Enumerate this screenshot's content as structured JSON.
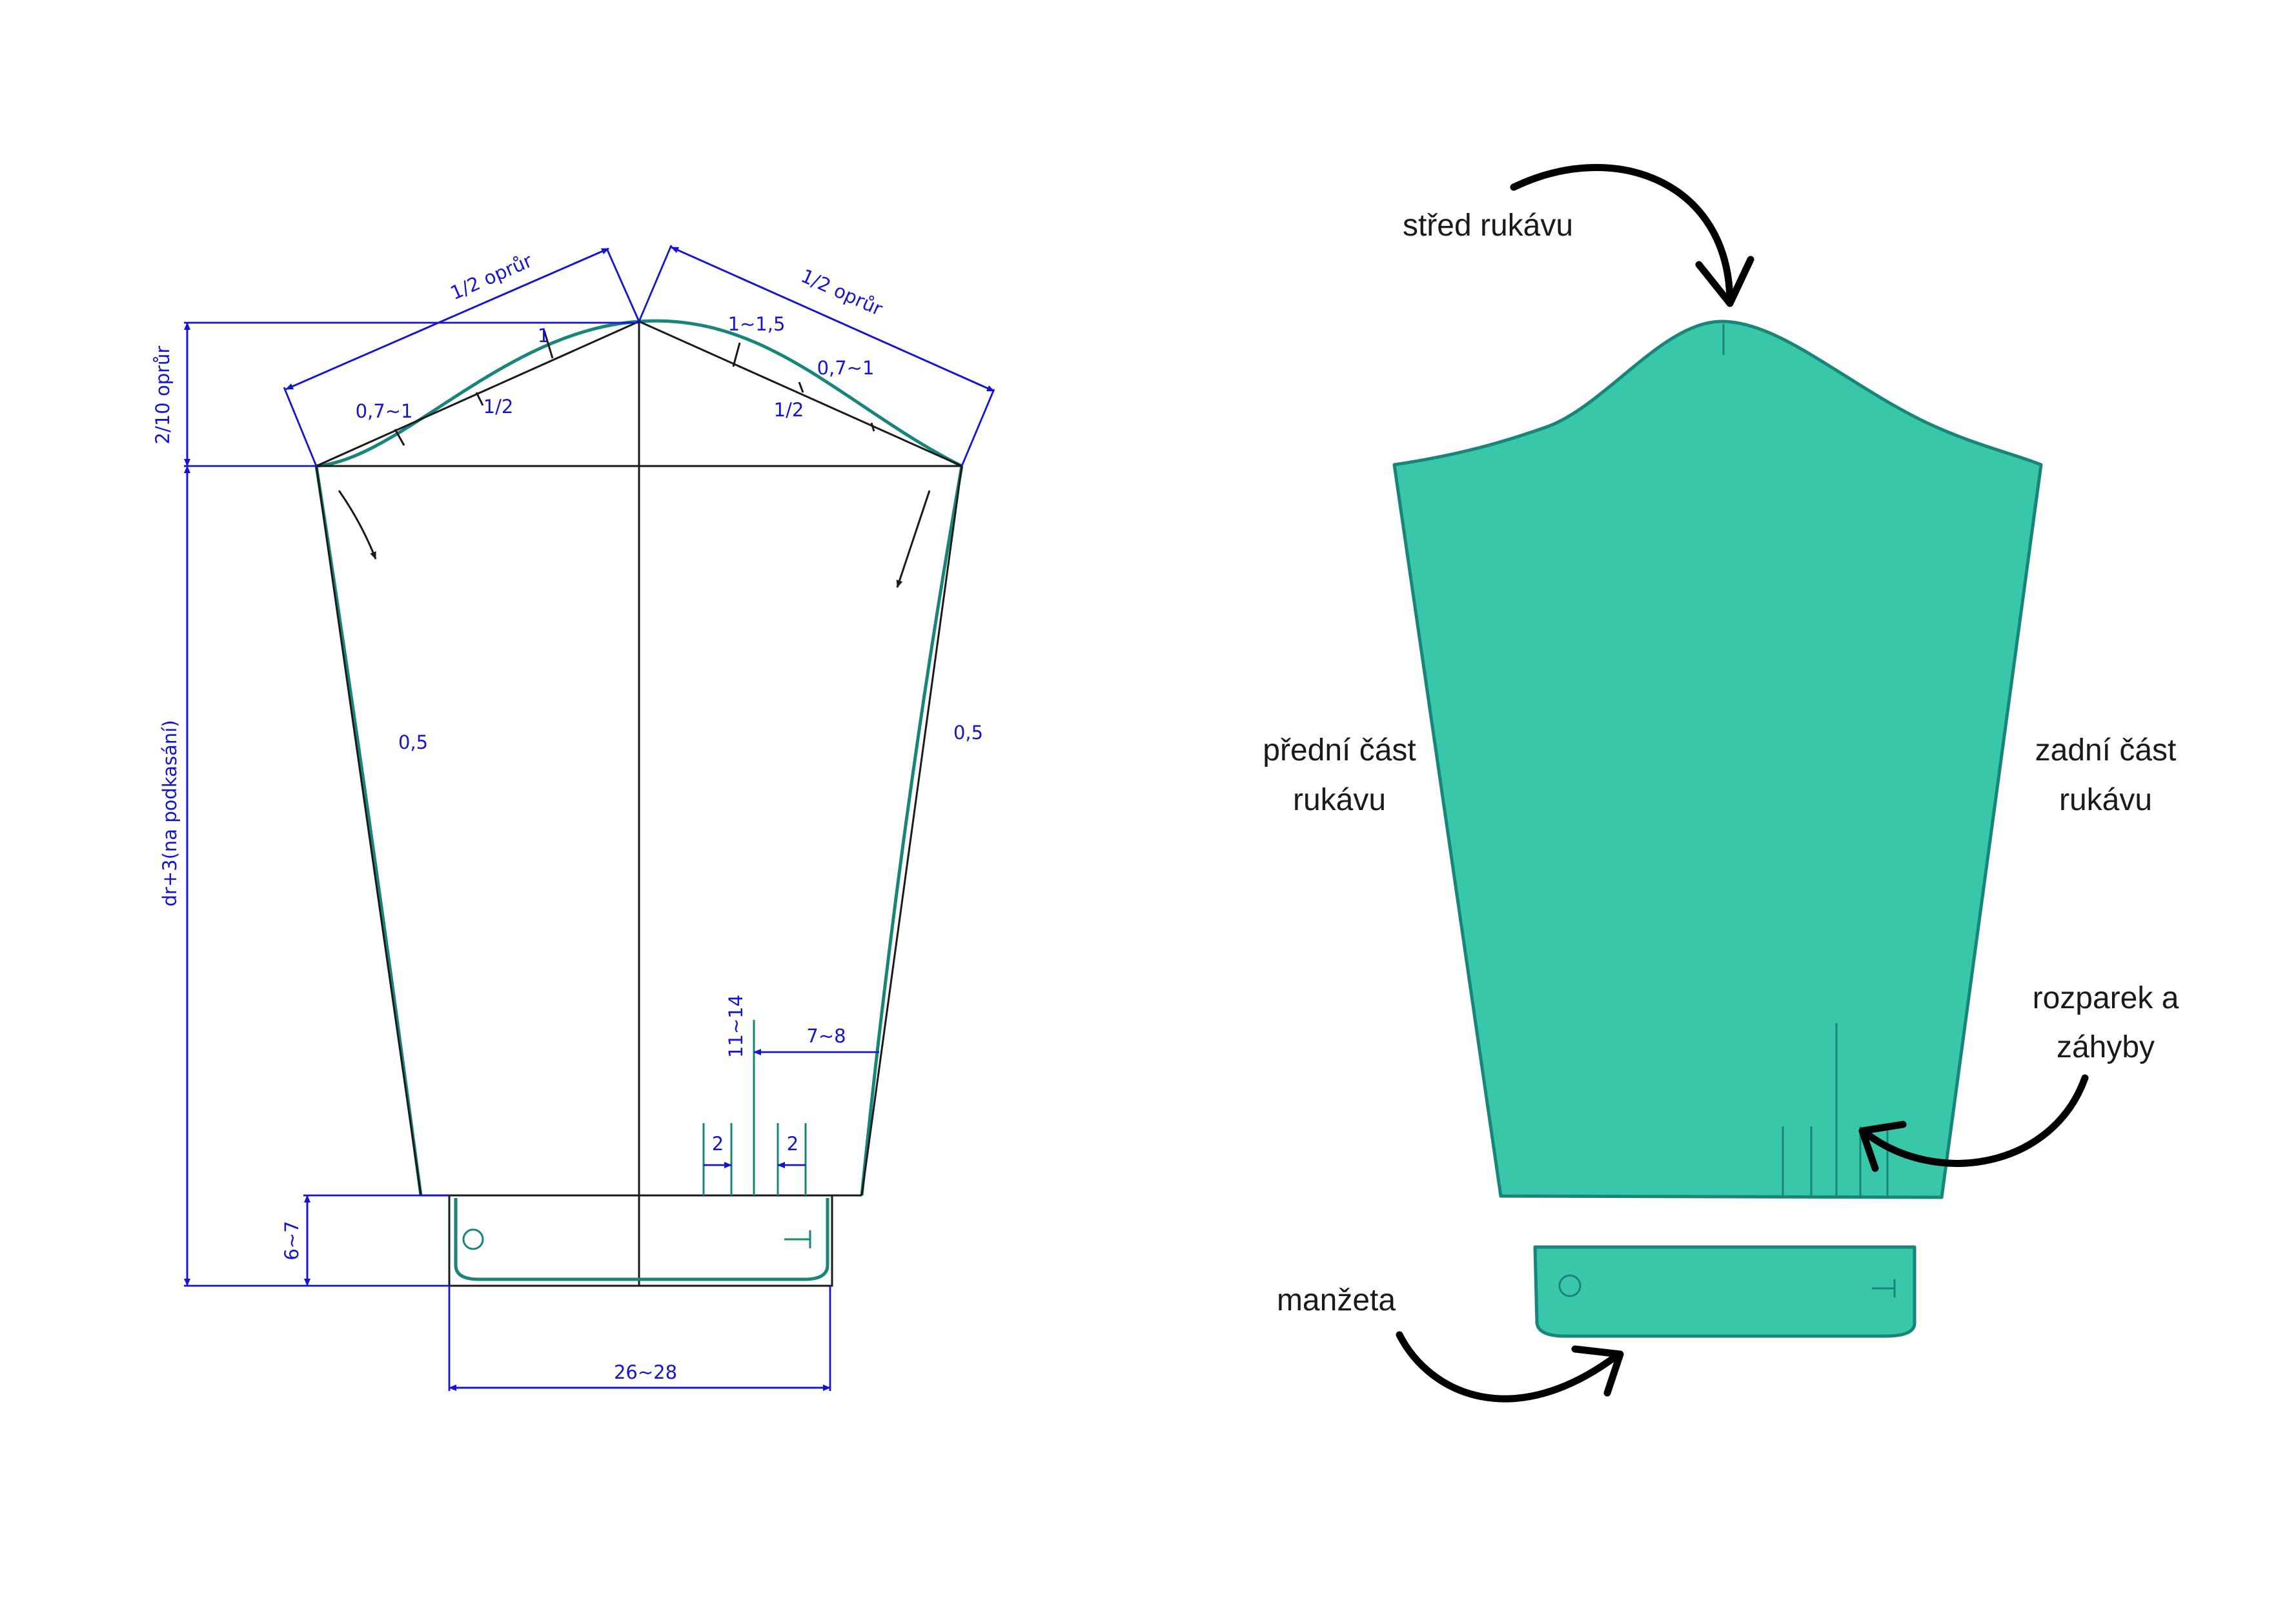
{
  "pattern": {
    "dims": {
      "half_armhole_left": "1/2 oprůr",
      "half_armhole_right": "1/2 oprůr",
      "cap_height": "2/10 oprůr",
      "sleeve_length": "dr+3(na podkasání)",
      "cuff_height": "6~7",
      "cuff_width": "26~28",
      "slit_height": "11~14",
      "slit_offset": "7~8",
      "pleat_left": "2",
      "pleat_right": "2",
      "curve_in_left": "1",
      "curve_mid_left": "1/2",
      "curve_out_left": "0,7~1",
      "curve_out_right": "1~1,5",
      "curve_mid_right": "1/2",
      "curve_in_right": "0,7~1",
      "side_left": "0,5",
      "side_right": "0,5"
    }
  },
  "illustration": {
    "sleeve_color": "#38c7a9",
    "outline_color": "#17857a",
    "labels": {
      "center_top": "střed rukávu",
      "front_line1": "přední část",
      "front_line2": "rukávu",
      "back_line1": "zadní část",
      "back_line2": "rukávu",
      "slit_line1": "rozparek a",
      "slit_line2": "záhyby",
      "cuff": "manžeta"
    }
  }
}
